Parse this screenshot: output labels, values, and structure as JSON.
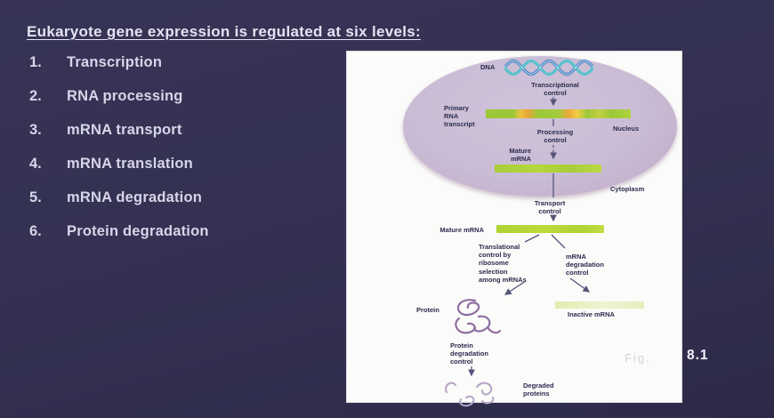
{
  "slide": {
    "title": "Eukaryote gene expression is regulated at six levels:",
    "items": [
      {
        "num": "1.",
        "label": "Transcription"
      },
      {
        "num": "2.",
        "label": "RNA processing"
      },
      {
        "num": "3.",
        "label": "mRNA transport"
      },
      {
        "num": "4.",
        "label": "mRNA translation"
      },
      {
        "num": "5.",
        "label": "mRNA degradation"
      },
      {
        "num": "6.",
        "label": "Protein degradation"
      }
    ],
    "fig_prefix": "Fig.",
    "fig_number": "8.1"
  },
  "diagram": {
    "dna": "DNA",
    "nucleus": "Nucleus",
    "cytoplasm": "Cytoplasm",
    "transcriptional_control": "Transcriptional\ncontrol",
    "primary_transcript": "Primary\nRNA\ntranscript",
    "processing_control": "Processing\ncontrol",
    "mature_mrna_nucleus": "Mature\nmRNA",
    "transport_control": "Transport\ncontrol",
    "mature_mrna_cytoplasm": "Mature mRNA",
    "translational_control": "Translational\ncontrol by\nribosome\nselection\namong mRNAs",
    "mrna_degradation_control": "mRNA\ndegradation\ncontrol",
    "protein": "Protein",
    "inactive_mrna": "Inactive mRNA",
    "protein_degradation_control": "Protein\ndegradation\ncontrol",
    "degraded_proteins": "Degraded\nproteins"
  },
  "colors": {
    "bg_top": "#373456",
    "bg_mid": "#333051",
    "bg_bot": "#2d2a49",
    "panel": "#fbfbf9",
    "nucleus_fill": "#c9bcd4",
    "nucleus_rim": "#cda9c3",
    "mrna_green": "#aed233",
    "intron_orange": "#eca83a",
    "inactive_green": "#e2ecae",
    "dna_blue": "#3f7fc4",
    "dna_teal": "#57c3cc",
    "text_light": "#e5e3f2",
    "text_list": "#d7d5e9",
    "text_dark": "#2b2b4e",
    "arrow_gray": "#55557a"
  }
}
